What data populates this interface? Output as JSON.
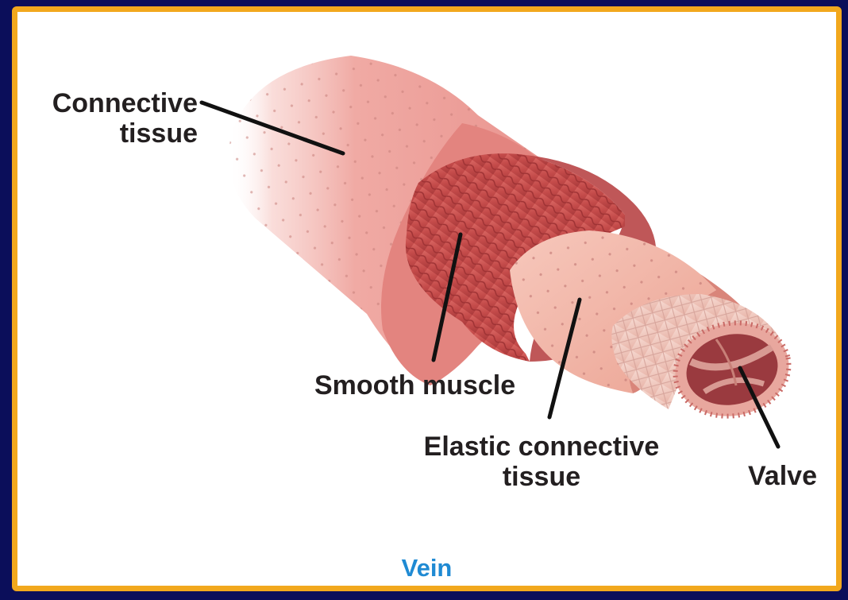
{
  "diagram": {
    "labels": {
      "connective_tissue_line1": "Connective",
      "connective_tissue_line2": "tissue",
      "smooth_muscle": "Smooth muscle",
      "elastic_line1": "Elastic connective",
      "elastic_line2": "tissue",
      "valve": "Valve"
    },
    "caption": "Vein",
    "colors": {
      "frame_border": "#f2a81d",
      "slide_background": "#0b0e5a",
      "caption_text": "#1f8ad3",
      "outer_layer": "#f0a9a5",
      "muscle_layer": "#c8504f",
      "elastic_layer": "#f3b6aa",
      "inner_lining": "#f4cfc6"
    }
  }
}
